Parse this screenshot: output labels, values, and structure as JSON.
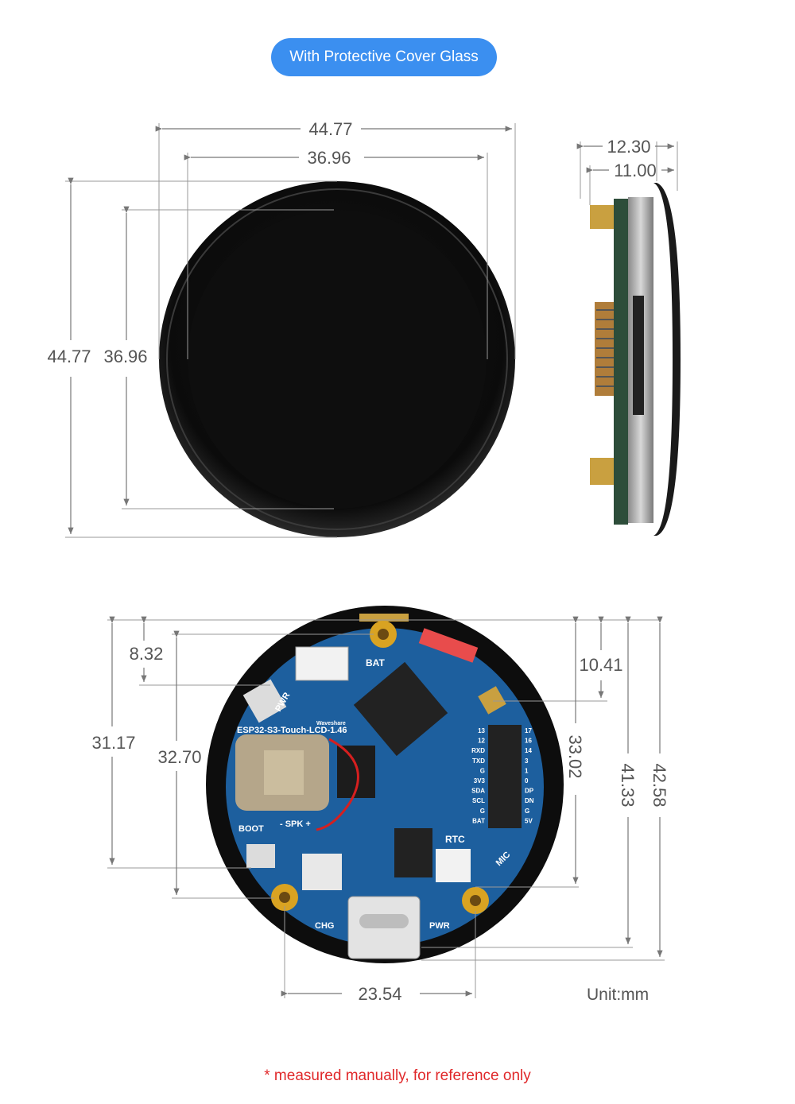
{
  "badge": {
    "label": "With Protective Cover Glass"
  },
  "front_view": {
    "outer_width": "44.77",
    "inner_width": "36.96",
    "outer_height": "44.77",
    "inner_height": "36.96"
  },
  "side_view": {
    "total_depth": "12.30",
    "board_depth": "11.00"
  },
  "back_view": {
    "dim_8_32": "8.32",
    "dim_31_17": "31.17",
    "dim_32_70": "32.70",
    "dim_10_41": "10.41",
    "dim_33_02": "33.02",
    "dim_41_33": "41.33",
    "dim_42_58": "42.58",
    "dim_23_54": "23.54",
    "board_label": "ESP32-S3-Touch-LCD-1.46",
    "silk": {
      "bat": "BAT",
      "pwr": "PWR",
      "boot": "BOOT",
      "spk": "- SPK +",
      "rtc": "RTC",
      "mic": "MIC",
      "chg": "CHG",
      "pwr2": "PWR",
      "brand": "Waveshare",
      "pins_left": [
        "13",
        "12",
        "RXD",
        "TXD",
        "G",
        "3V3",
        "SDA",
        "SCL",
        "G",
        "BAT"
      ],
      "pins_right": [
        "17",
        "16",
        "14",
        "3",
        "1",
        "0",
        "DP",
        "DN",
        "G",
        "5V"
      ]
    }
  },
  "unit_label": "Unit:mm",
  "footnote": "* measured manually, for reference only",
  "colors": {
    "accent": "#3b8ff0",
    "pcb": "#1d5f9e",
    "footnote": "#e0282a",
    "glass": "#0d0d0d"
  }
}
